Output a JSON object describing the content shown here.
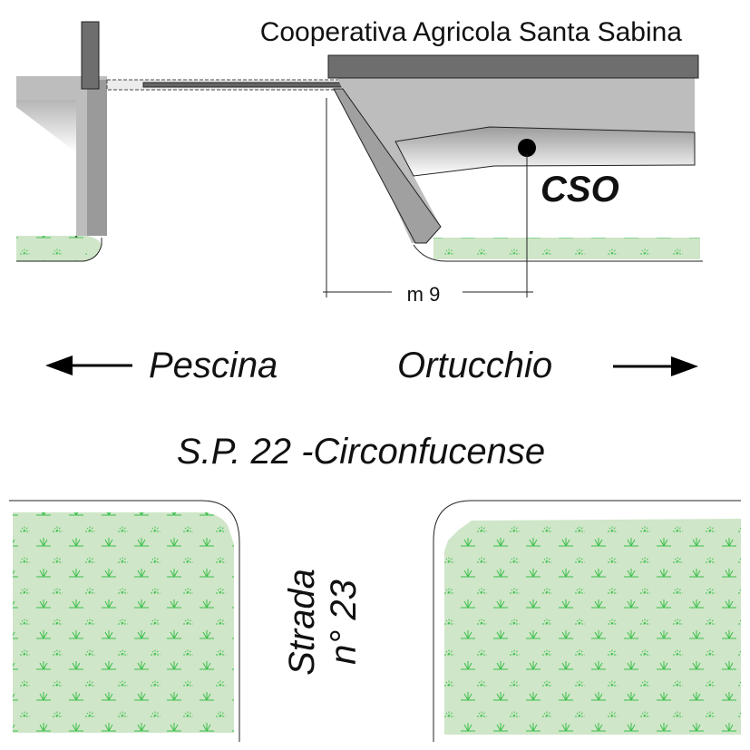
{
  "labels": {
    "company": "Cooperativa Agricola Santa Sabina",
    "cso": "CSO",
    "distance": "m 9",
    "dir_left": "Pescina",
    "dir_right": "Ortucchio",
    "road_main": "S.P. 22 -Circonfucense",
    "road_side_line1": "Strada",
    "road_side_line2": "n° 23"
  },
  "colors": {
    "grass": "#cfe6c8",
    "grass_mark": "#3bbf4a",
    "building_light": "#bcbcbc",
    "building_dark": "#6e6e6e",
    "outline": "#222222"
  }
}
